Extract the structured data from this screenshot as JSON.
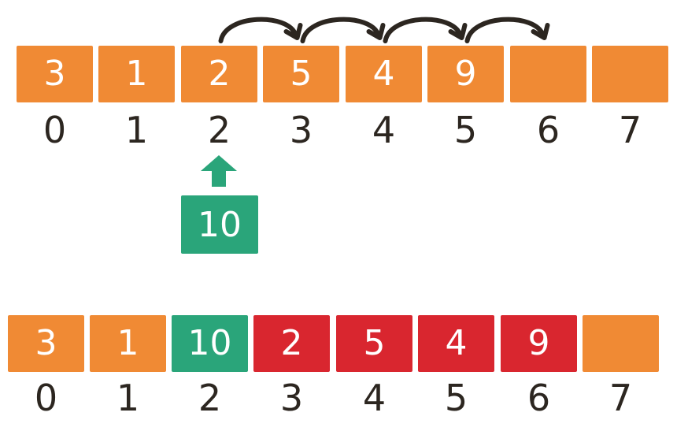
{
  "colors": {
    "original": "#f08a34",
    "inserted": "#2aa57a",
    "shifted": "#d9262f",
    "empty": "#f08a34",
    "ink": "#2c2620"
  },
  "before": {
    "cells": [
      {
        "value": "3",
        "state": "original"
      },
      {
        "value": "1",
        "state": "original"
      },
      {
        "value": "2",
        "state": "original"
      },
      {
        "value": "5",
        "state": "original"
      },
      {
        "value": "4",
        "state": "original"
      },
      {
        "value": "9",
        "state": "original"
      },
      {
        "value": "",
        "state": "empty"
      },
      {
        "value": "",
        "state": "empty"
      }
    ],
    "indices": [
      "0",
      "1",
      "2",
      "3",
      "4",
      "5",
      "6",
      "7"
    ],
    "shift_arrows": [
      {
        "from_index": 2,
        "to_index": 3
      },
      {
        "from_index": 3,
        "to_index": 4
      },
      {
        "from_index": 4,
        "to_index": 5
      },
      {
        "from_index": 5,
        "to_index": 6
      }
    ]
  },
  "insert": {
    "value": "10",
    "target_index": 2,
    "arrow_icon": "up-arrow-icon"
  },
  "after": {
    "cells": [
      {
        "value": "3",
        "state": "original"
      },
      {
        "value": "1",
        "state": "original"
      },
      {
        "value": "10",
        "state": "inserted"
      },
      {
        "value": "2",
        "state": "shifted"
      },
      {
        "value": "5",
        "state": "shifted"
      },
      {
        "value": "4",
        "state": "shifted"
      },
      {
        "value": "9",
        "state": "shifted"
      },
      {
        "value": "",
        "state": "empty"
      }
    ],
    "indices": [
      "0",
      "1",
      "2",
      "3",
      "4",
      "5",
      "6",
      "7"
    ]
  }
}
